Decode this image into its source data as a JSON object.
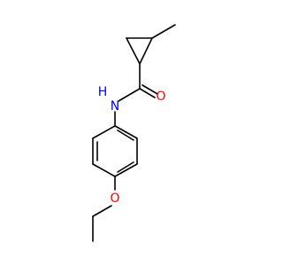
{
  "molecule": {
    "atoms": [
      {
        "symbol": "N",
        "label": "N",
        "color": "#0000ff"
      },
      {
        "symbol": "H",
        "label": "H",
        "color": "#0000ff"
      },
      {
        "symbol": "O",
        "label": "O",
        "color": "#ff0000"
      },
      {
        "symbol": "O",
        "label": "O",
        "color": "#ff0000"
      }
    ],
    "bond_color": "#000000"
  }
}
